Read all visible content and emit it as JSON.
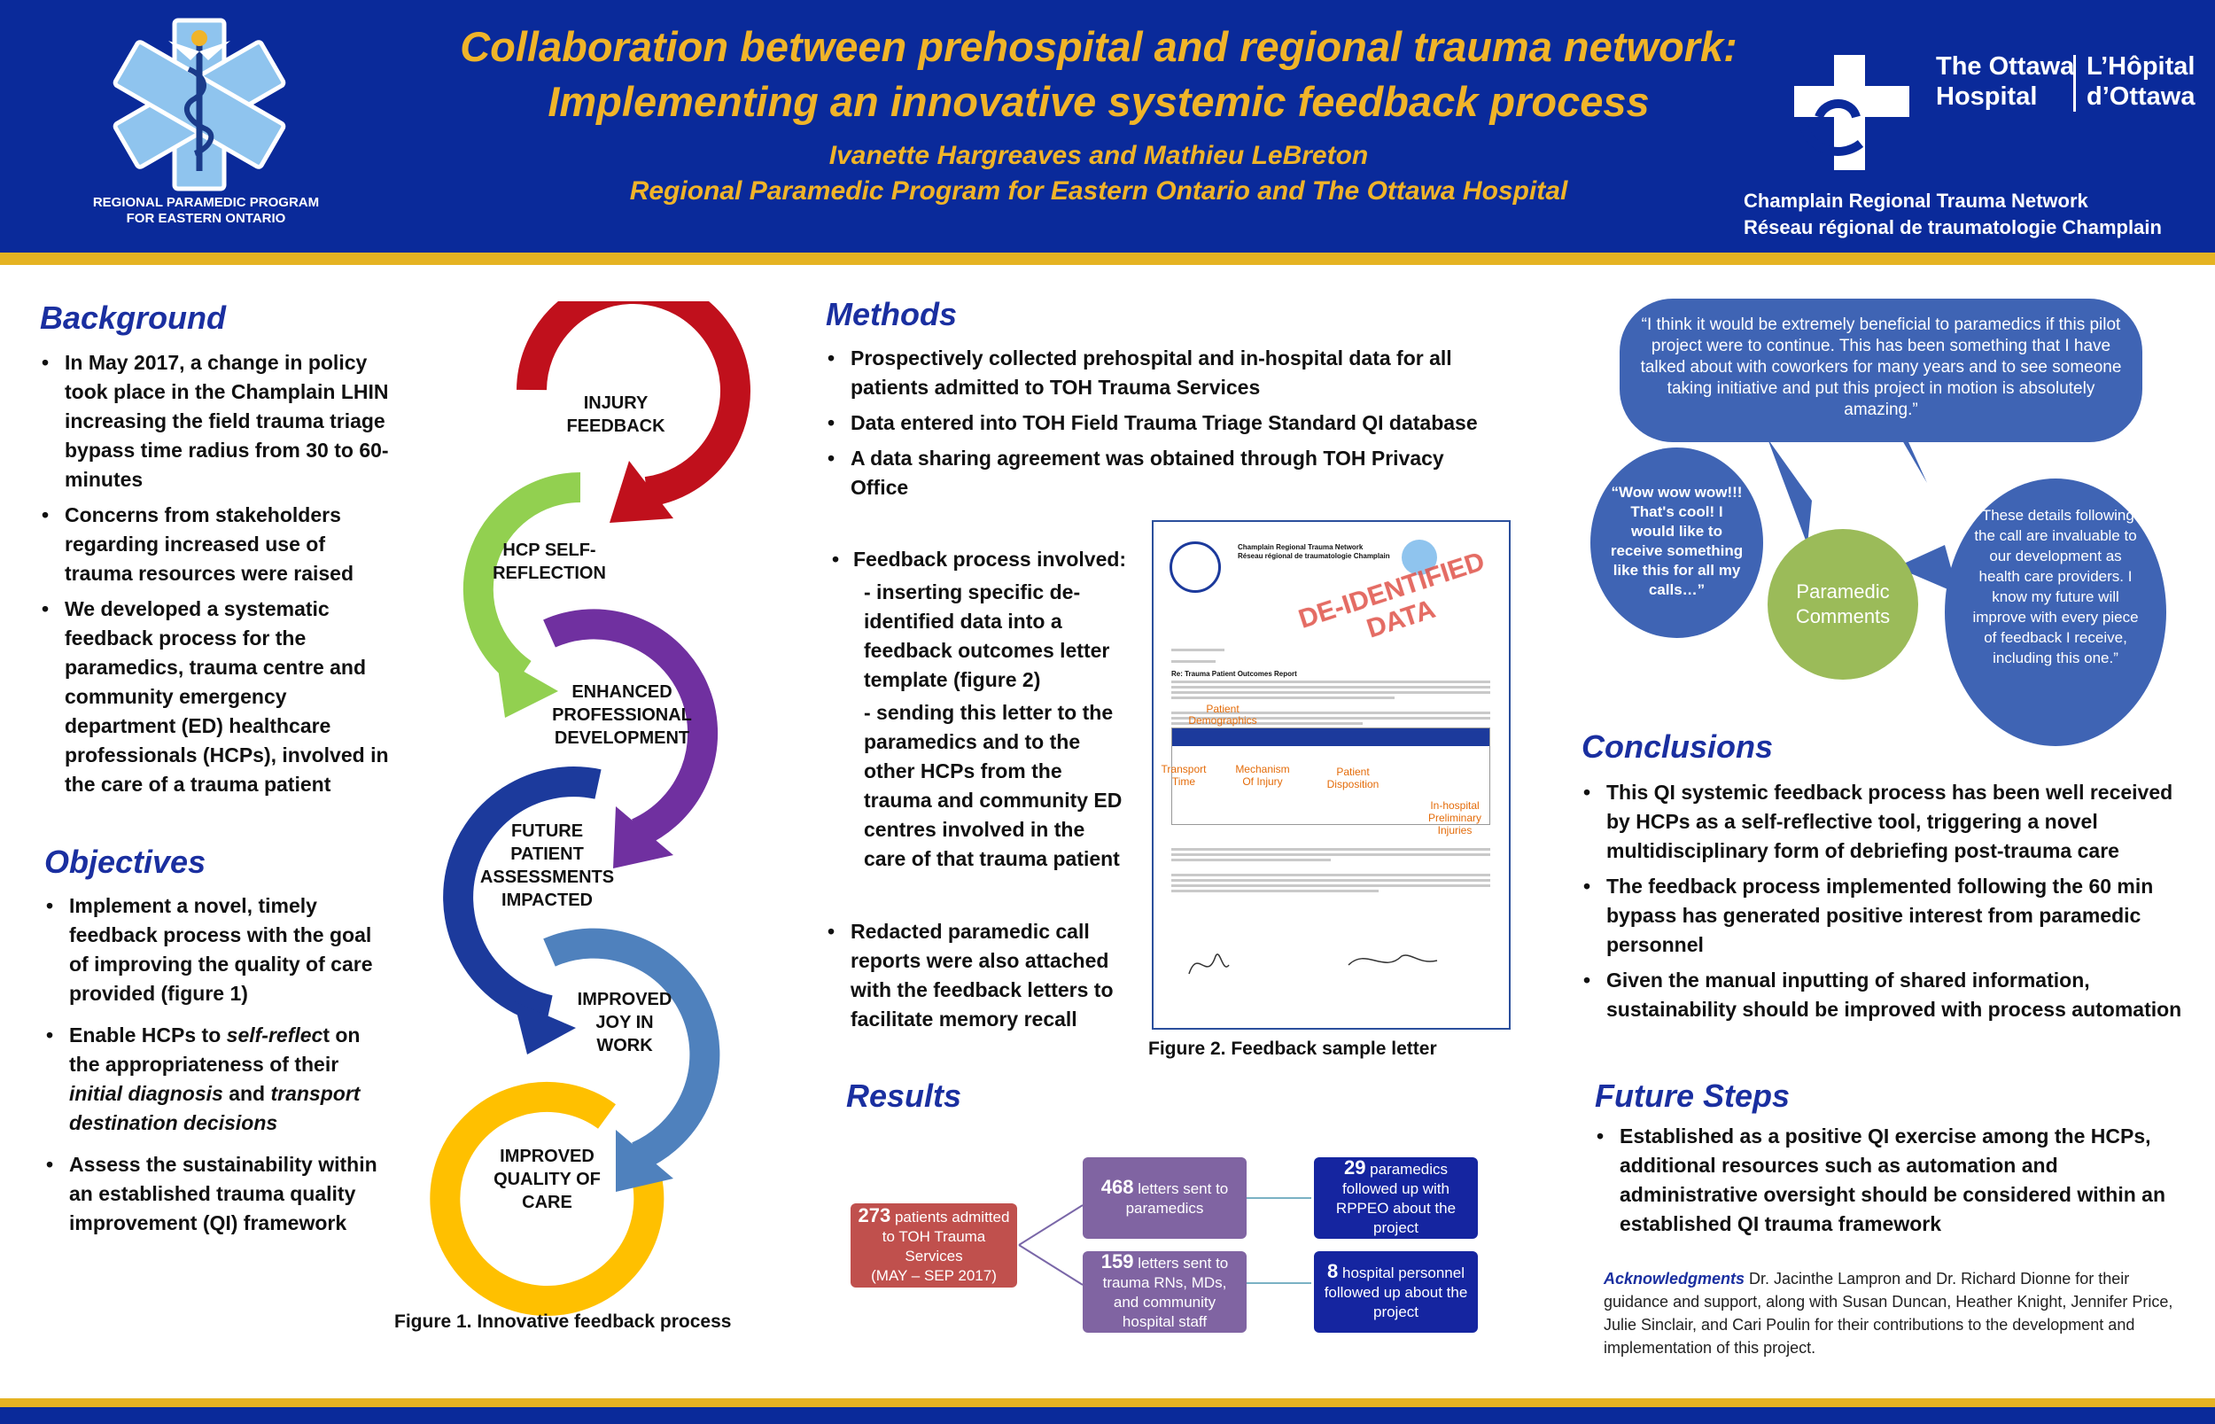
{
  "header": {
    "title_line1": "Collaboration between prehospital and regional trauma network:",
    "title_line2": "Implementing an innovative systemic feedback process",
    "authors": "Ivanette Hargreaves and Mathieu LeBreton",
    "affiliation": "Regional Paramedic Program for Eastern Ontario and The Ottawa Hospital",
    "left_logo_text": [
      "REGIONAL PARAMEDIC PROGRAM",
      "FOR EASTERN ONTARIO"
    ],
    "right_logo_en": [
      "The Ottawa",
      "Hospital"
    ],
    "right_logo_fr": [
      "L’Hôpital",
      "d’Ottawa"
    ],
    "network_en": "Champlain Regional Trauma Network",
    "network_fr": "Réseau régional de traumatologie Champlain"
  },
  "background": {
    "heading": "Background",
    "items": [
      "In May 2017, a change in policy took place in the Champlain LHIN increasing the field trauma triage bypass time radius from 30 to 60-minutes",
      "Concerns from stakeholders regarding increased use of trauma resources were raised",
      "We developed a systematic feedback process for the paramedics, trauma centre and community emergency department (ED) healthcare professionals (HCPs), involved in the care of a trauma patient"
    ]
  },
  "objectives": {
    "heading": "Objectives",
    "item1": "Implement a novel, timely feedback process with the goal of improving  the quality of care provided (figure 1)",
    "item2_a": "Enable HCPs to ",
    "item2_b": "self-reflec",
    "item2_c": "t on the appropriateness of their ",
    "item2_d": "initial diagnosis",
    "item2_e": " and ",
    "item2_f": "transport destination decisions",
    "item3": "Assess the sustainability within an established trauma quality improvement (QI) framework"
  },
  "figure1": {
    "labels": [
      "INJURY FEEDBACK",
      "HCP SELF-REFLECTION",
      "ENHANCED PROFESSIONAL DEVELOPMENT",
      "FUTURE PATIENT ASSESSMENTS IMPACTED",
      "IMPROVED JOY IN WORK",
      "IMPROVED QUALITY OF CARE"
    ],
    "colors": [
      "#c0101c",
      "#92d050",
      "#7030a0",
      "#1c3a9c",
      "#4f81bd",
      "#ffc000"
    ],
    "caption": "Figure 1. Innovative feedback process"
  },
  "methods": {
    "heading": "Methods",
    "items": [
      "Prospectively collected prehospital and in-hospital data for all patients admitted to TOH Trauma Services",
      "Data entered into TOH Field Trauma Triage Standard QI database",
      "A data sharing agreement was obtained through TOH Privacy Office"
    ],
    "feedback_head": "Feedback process involved:",
    "feedback_sub1": "- inserting specific de-identified data into a feedback outcomes letter template (figure 2)",
    "feedback_sub2": "- sending this letter to the paramedics and to the other HCPs from the trauma and community ED centres involved in the care of that trauma patient",
    "redacted": "Redacted paramedic call reports were also attached with the feedback letters to facilitate memory recall",
    "figure2_caption": "Figure 2. Feedback sample letter"
  },
  "letter": {
    "org1": "Champlain Regional Trauma Network",
    "org2": "Réseau régional de traumatologie Champlain",
    "stamp1": "DE-IDENTIFIED",
    "stamp2": "DATA",
    "re": "Re: Trauma Patient Outcomes Report",
    "annotations": [
      "Patient Demographics",
      "Transport Time",
      "Mechanism Of Injury",
      "Patient Disposition",
      "In-hospital Preliminary Injuries"
    ]
  },
  "results": {
    "heading": "Results",
    "patients_num": "273",
    "patients_txt": " patients admitted to TOH Trauma Services",
    "patients_period": "(MAY – SEP 2017)",
    "para_num": "468",
    "para_txt": " letters sent to paramedics",
    "rn_num": "159",
    "rn_txt": " letters sent to trauma RNs, MDs, and community hospital staff",
    "follow_para_num": "29",
    "follow_para_txt": " paramedics followed up with RPPEO about the project",
    "follow_hosp_num": "8",
    "follow_hosp_txt": " hospital personnel followed up about the project"
  },
  "comments": {
    "center": "Paramedic Comments",
    "quote_top": "“I think it would be extremely beneficial to paramedics if this pilot project were to continue.  This has been something that I have talked about with coworkers for many years and to see someone taking initiative and put this project in motion is absolutely amazing.”",
    "quote_left": "“Wow wow wow!!! That's cool!  I would like to receive something like this for all my calls…”",
    "quote_right": "“These details following the call are invaluable to our development as health care providers. I know my future  will improve with every piece of feedback I receive, including this one.”"
  },
  "conclusions": {
    "heading": "Conclusions",
    "items": [
      "This QI systemic feedback process has been well received by HCPs as a self-reflective tool, triggering a novel multidisciplinary form of debriefing post-trauma care",
      "The feedback process implemented following the 60 min bypass has generated positive interest from paramedic personnel",
      "Given the manual inputting of shared information, sustainability should be improved with process automation"
    ]
  },
  "future": {
    "heading": "Future Steps",
    "items": [
      "Established as a positive QI exercise among the HCPs, additional resources such as automation and administrative oversight should be considered within an established QI trauma framework"
    ]
  },
  "ack": {
    "label": "Acknowledgments",
    "text": " Dr. Jacinthe Lampron and Dr. Richard Dionne for their guidance and support, along with Susan Duncan, Heather Knight, Jennifer Price, Julie Sinclair, and Cari Poulin for their contributions to the development and implementation of this project."
  }
}
